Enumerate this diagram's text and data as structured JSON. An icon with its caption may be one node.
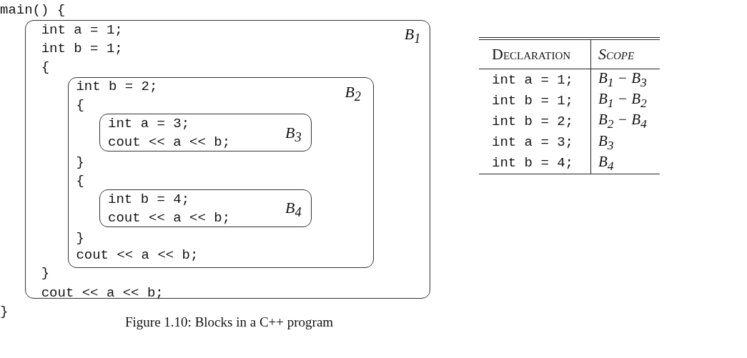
{
  "diagram": {
    "caption": "Figure 1.10: Blocks in a C++ program",
    "nodes": [
      {
        "text": [
          "int a = 1;",
          "int b = 1;",
          "{",
          "}",
          "cout << a << b;",
          "B$_{1}$"
        ]
      },
      {
        "text": [
          "int b = 2;",
          "{",
          "}",
          "{",
          "}",
          "cout << a << b;",
          "B$_{2}$"
        ],
        "in": 0
      },
      {
        "text": [
          "int a = 3;",
          "cout << a << b;",
          "B$_{3}$"
        ],
        "in": 1
      },
      {
        "text": [
          "int b = 4;",
          "cout << a << b;",
          "B$_{4}$"
        ],
        "in": 1
      }
    ],
    "edges": [],
    "labels": [
      "main() {",
      "}",
      "Declaration",
      "Scope",
      "int a = 1;",
      "B$_{1}$ − B$_{3}$",
      "int b = 1;",
      "B$_{1}$ − B$_{2}$",
      "int b = 2;",
      "B$_{2}$ − B$_{4}$",
      "int a = 3;",
      "B$_{3}$",
      "int b = 4;",
      "B$_{4}$"
    ]
  }
}
